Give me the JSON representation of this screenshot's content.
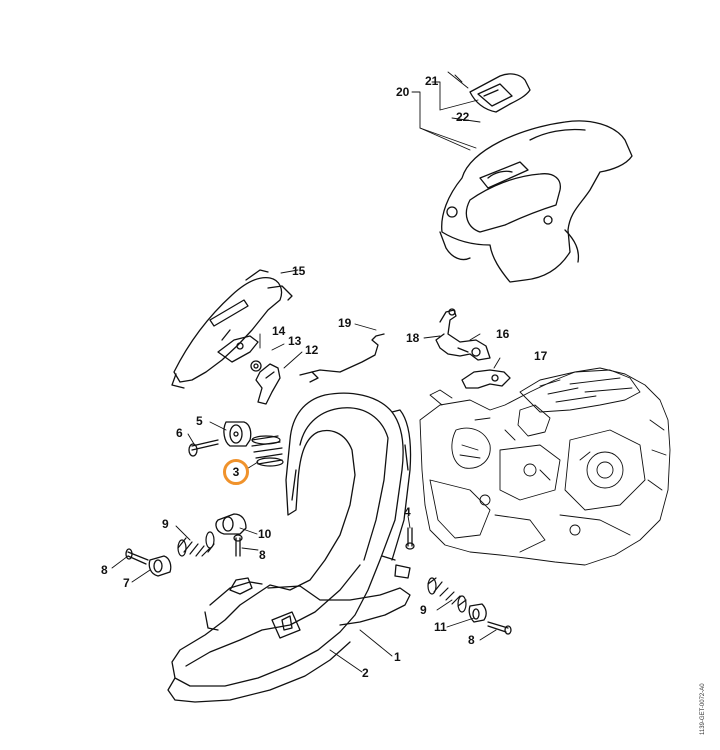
{
  "callouts": {
    "c1": "1",
    "c2": "2",
    "c3": "3",
    "c4": "4",
    "c5": "5",
    "c6": "6",
    "c7": "7",
    "c8a": "8",
    "c8b": "8",
    "c9a": "9",
    "c9b": "9",
    "c10": "10",
    "c11": "11",
    "c12": "12",
    "c13": "13",
    "c14": "14",
    "c15": "15",
    "c16": "16",
    "c17": "17",
    "c18": "18",
    "c19": "19",
    "c20": "20",
    "c21": "21",
    "c22": "22"
  },
  "highlighted_part": "3",
  "document_ref": "1139-GET-0072-A0",
  "colors": {
    "highlight": "#f0922b",
    "line": "#111111"
  }
}
